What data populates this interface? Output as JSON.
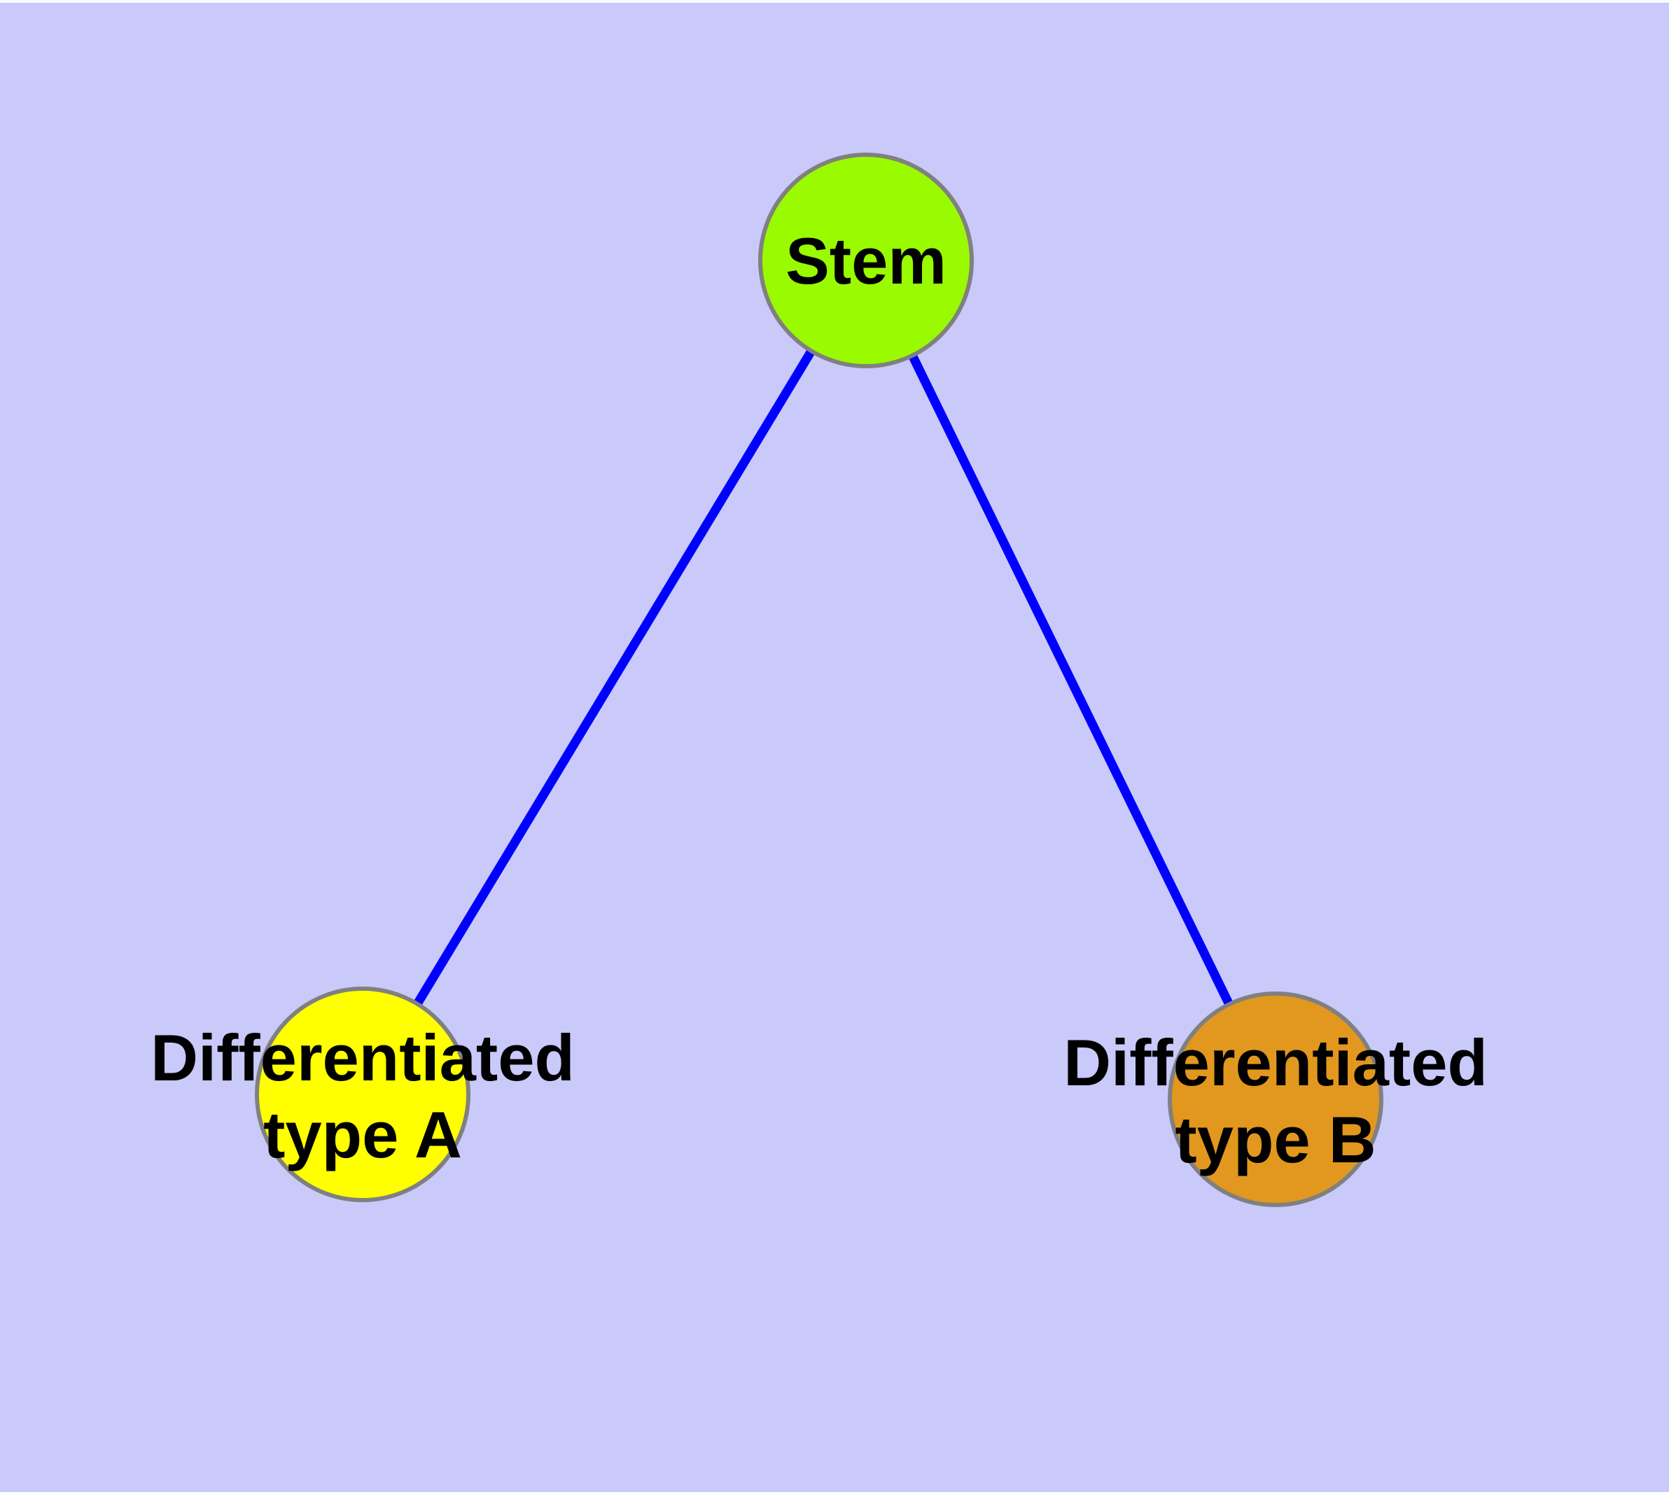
{
  "diagram": {
    "background_color": "#C9C9FA",
    "top_edge_strip_color": "#F8F8FF",
    "bottom_edge_strip_color": "#FFFFFF",
    "edge_color": "#0000FF",
    "node_border_color": "#808080",
    "text_color": "#000000",
    "nodes": [
      {
        "id": "stem",
        "label_lines": [
          "Stem"
        ],
        "fill": "#9AFA00"
      },
      {
        "id": "differentiated-type-a",
        "label_lines": [
          "Differentiated",
          "type A"
        ],
        "fill": "#FFFF00"
      },
      {
        "id": "differentiated-type-b",
        "label_lines": [
          "Differentiated",
          "type B"
        ],
        "fill": "#E2981E"
      }
    ],
    "edges": [
      {
        "from": "Stem",
        "to": "Differentiated type A"
      },
      {
        "from": "Stem",
        "to": "Differentiated type B"
      }
    ]
  }
}
